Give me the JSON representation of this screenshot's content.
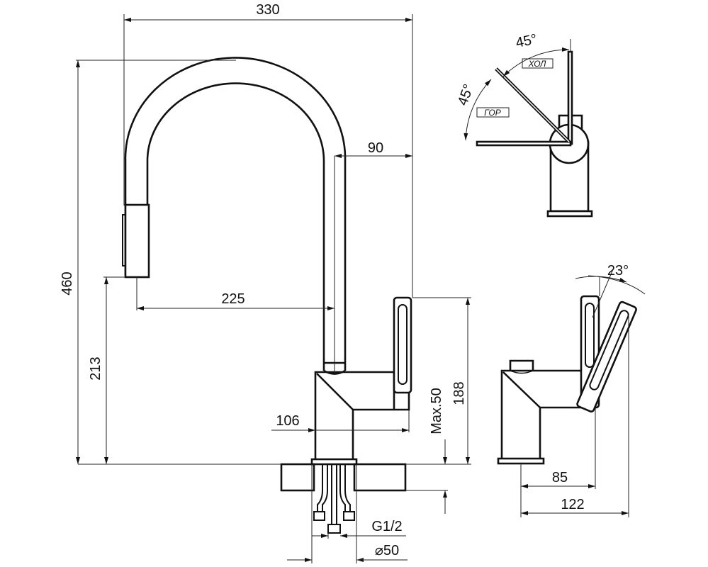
{
  "title": "Faucet technical drawing",
  "dimensions": {
    "width_total": "330",
    "height_total": "460",
    "spout_height": "213",
    "spout_reach": "225",
    "spout_offset": "90",
    "body_length": "106",
    "handle_height": "188",
    "counter_max": "Max.50",
    "thread": "G1/2",
    "hole_diameter": "⌀50",
    "side_85": "85",
    "side_122": "122",
    "lever_tilt": "23°",
    "angle_cold": "45°",
    "angle_hot": "45°"
  },
  "labels": {
    "cold": "ХОЛ",
    "hot": "ГОР"
  },
  "colors": {
    "line": "#111111",
    "background": "#ffffff"
  }
}
